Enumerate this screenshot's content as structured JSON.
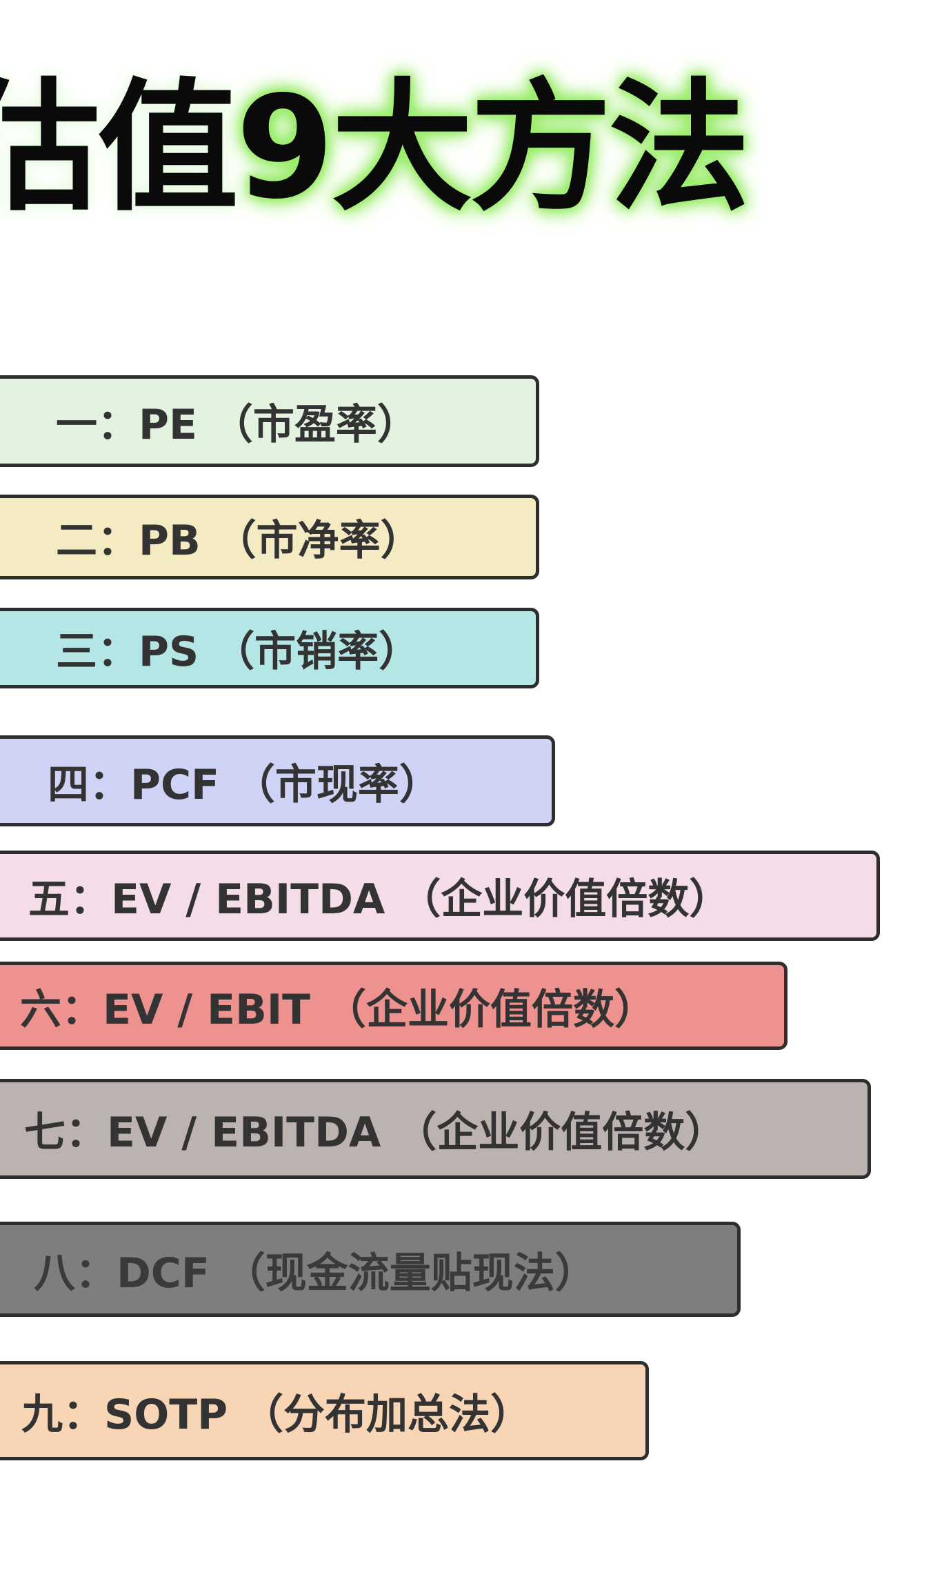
{
  "title": {
    "part1": "估值",
    "part2": "9大方法"
  },
  "items": [
    {
      "label": "一：PE （市盈率）",
      "color": "#e3f3df"
    },
    {
      "label": "二：PB （市净率）",
      "color": "#f5ebc3"
    },
    {
      "label": "三：PS （市销率）",
      "color": "#b5e6e6"
    },
    {
      "label": "四：PCF （市现率）",
      "color": "#cfd3f5"
    },
    {
      "label": "五：EV / EBITDA （企业价值倍数）",
      "color": "#f4dce8"
    },
    {
      "label": "六：EV / EBIT （企业价值倍数）",
      "color": "#ee9290"
    },
    {
      "label": "七：EV / EBITDA （企业价值倍数）",
      "color": "#bcb2b0"
    },
    {
      "label": "八：DCF （现金流量贴现法）",
      "color": "#7e7e7e"
    },
    {
      "label": "九：SOTP （分布加总法）",
      "color": "#f8d5b5"
    }
  ]
}
